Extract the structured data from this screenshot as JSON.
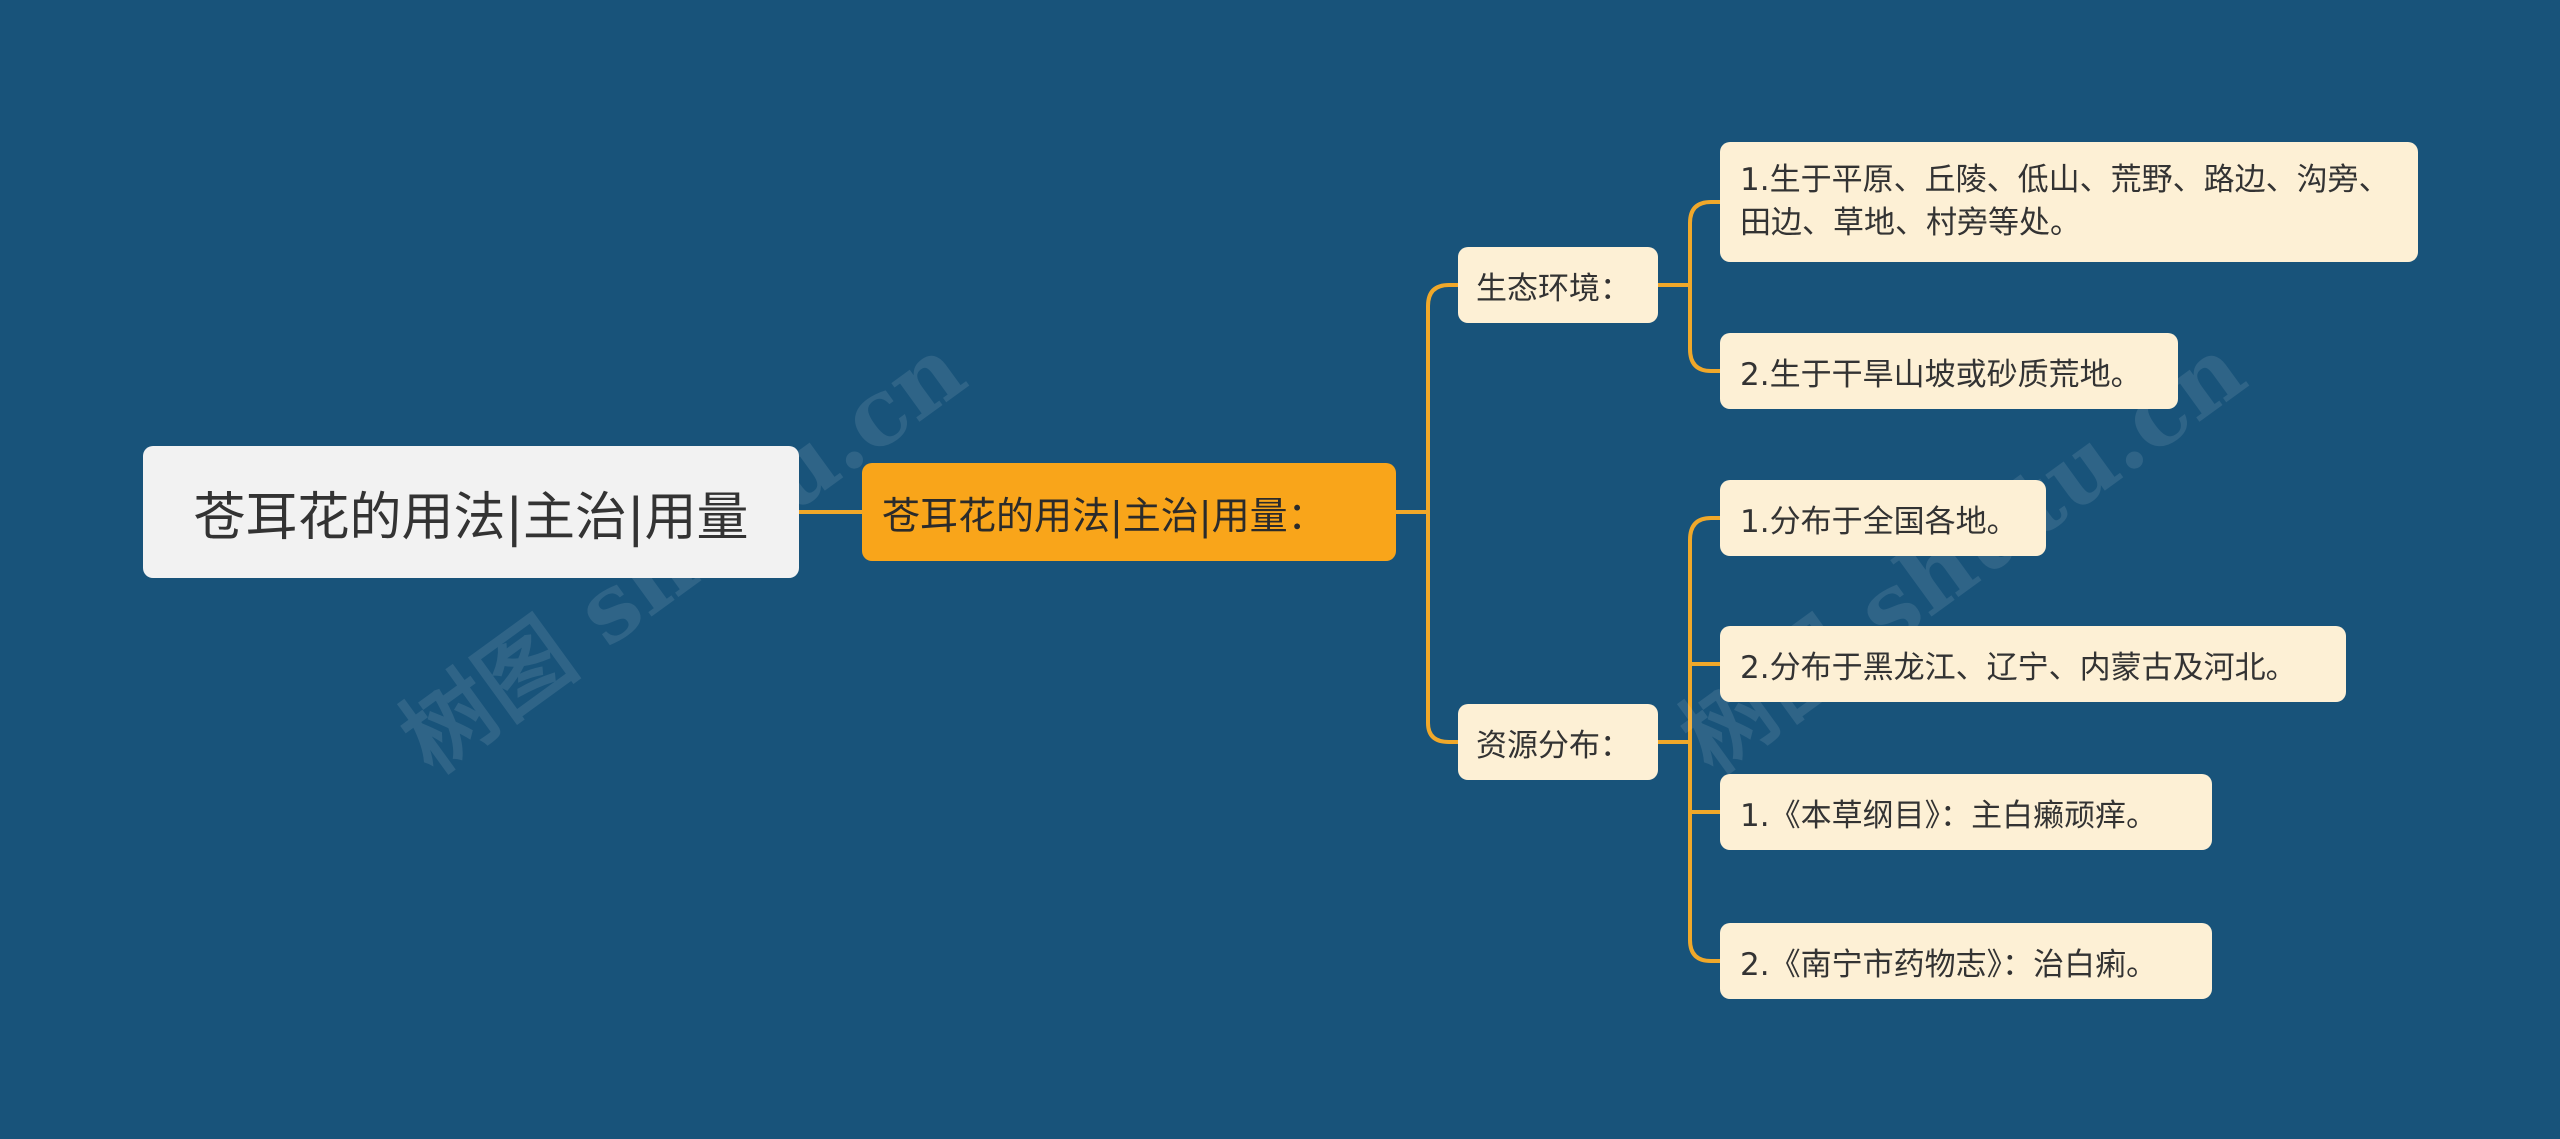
{
  "colors": {
    "background": "#18537a",
    "root_fill": "#f2f2f2",
    "main_fill": "#f9a51a",
    "node_fill": "#fdf0d5",
    "connector": "#f0a82a"
  },
  "watermark": "树图 shutu.cn",
  "root": {
    "label": "苍耳花的用法|主治|用量"
  },
  "main": {
    "label": "苍耳花的用法|主治|用量："
  },
  "branches": [
    {
      "label": "生态环境：",
      "leaves": [
        "1.生于平原、丘陵、低山、荒野、路边、沟旁、田边、草地、村旁等处。",
        "2.生于干旱山坡或砂质荒地。"
      ]
    },
    {
      "label": "资源分布：",
      "leaves": [
        "1.分布于全国各地。",
        "2.分布于黑龙江、辽宁、内蒙古及河北。",
        "1.《本草纲目》：主白癞顽痒。",
        "2.《南宁市药物志》：治白痢。"
      ]
    }
  ]
}
